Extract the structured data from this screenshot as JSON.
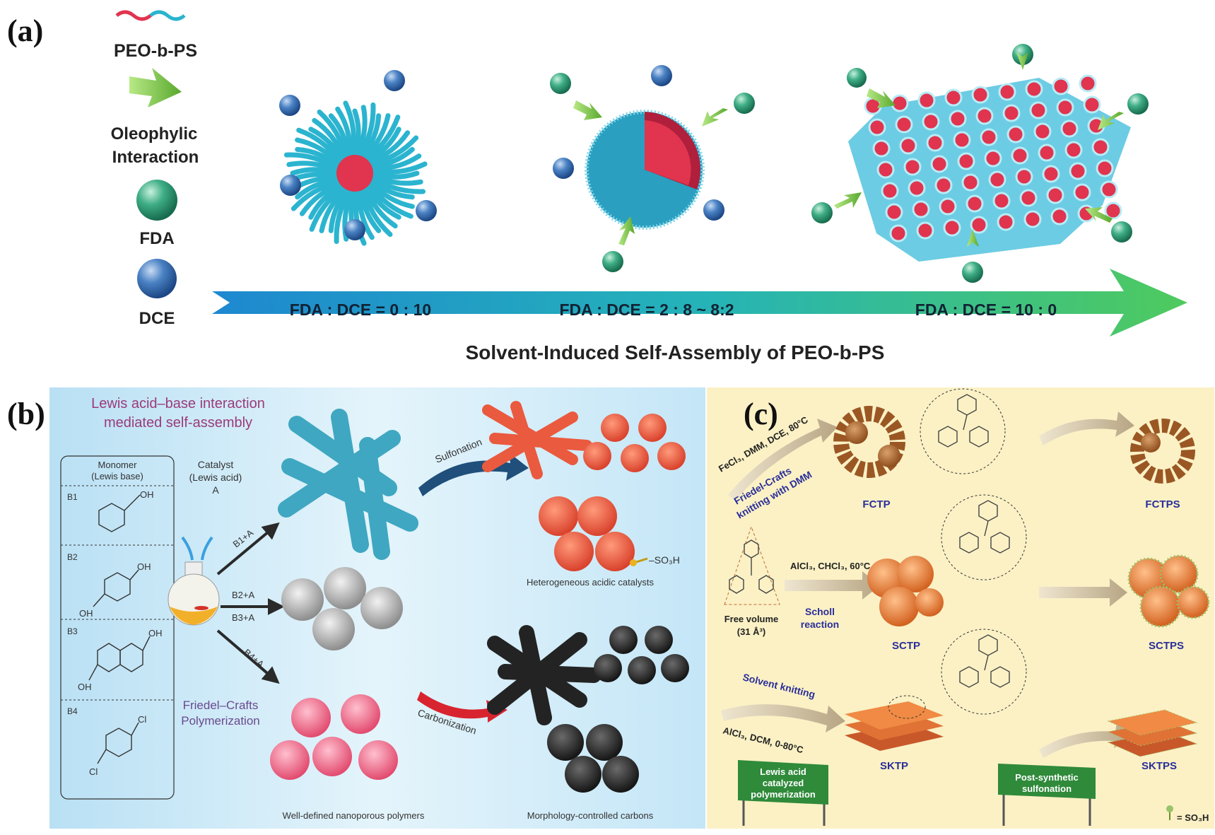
{
  "panel_a": {
    "label": "(a)",
    "legend": {
      "polymer": "PEO-b-PS",
      "interaction_line1": "Oleophylic",
      "interaction_line2": "Interaction",
      "fda": "FDA",
      "dce": "DCE"
    },
    "ratio_1": "FDA : DCE = 0 : 10",
    "ratio_2": "FDA : DCE = 2 : 8 ~ 8:2",
    "ratio_3": "FDA : DCE = 10 : 0",
    "caption": "Solvent-Induced Self-Assembly of PEO-b-PS"
  },
  "panel_b": {
    "label": "(b)",
    "title_line1": "Lewis acid–base interaction",
    "title_line2": "mediated self-assembly",
    "monomer_line1": "Monomer",
    "monomer_line2": "(Lewis base)",
    "catalyst_line1": "Catalyst",
    "catalyst_line2": "(Lewis acid)",
    "catalyst_line3": "A",
    "rows": [
      "B1",
      "B2",
      "B3",
      "B4"
    ],
    "oh": "OH",
    "cl": "Cl",
    "arrow_b1": "B1+A",
    "arrow_b2": "B2+A",
    "arrow_b3": "B3+A",
    "arrow_b4": "B4+A",
    "fc_line1": "Friedel–Crafts",
    "fc_line2": "Polymerization",
    "sulfonation": "Sulfonation",
    "so3h": "–SO₃H",
    "catalysts": "Heterogeneous acidic catalysts",
    "carbonization": "Carbonization",
    "polymers": "Well-defined nanoporous polymers",
    "carbons": "Morphology-controlled carbons"
  },
  "panel_c": {
    "label": "(c)",
    "cond_1": "FeCl₃, DMM, DCE, 80°C",
    "fc_line1": "Friedel-Crafts",
    "fc_line2": "knitting with DMM",
    "cond_2": "AlCl₃, CHCl₃, 60°C",
    "scholl_line1": "Scholl",
    "scholl_line2": "reaction",
    "free_vol_line1": "Free volume",
    "free_vol_line2": "(31 Å³)",
    "solvent": "Solvent knitting",
    "cond_3": "AlCl₃, DCM, 0-80°C",
    "fctp": "FCTP",
    "fctps": "FCTPS",
    "sctp": "SCTP",
    "sctps": "SCTPS",
    "sktp": "SKTP",
    "sktps": "SKTPS",
    "sign1_line1": "Lewis acid",
    "sign1_line2": "catalyzed",
    "sign1_line3": "polymerization",
    "sign2_line1": "Post-synthetic",
    "sign2_line2": "sulfonation",
    "so3h": "= SO₃H"
  },
  "colors": {
    "peo": "#2bb4cf",
    "ps": "#e0344f",
    "fda": "#2f9a78",
    "dce": "#3a6fb0",
    "arrow_green": "#7ac943",
    "panel_b_bg": "#cbe7f6",
    "panel_c_bg": "#fbf1c5",
    "sign_green": "#2f8a3a",
    "label_purple": "#9b3b7a",
    "reaction_blue": "#2a2f9a"
  }
}
